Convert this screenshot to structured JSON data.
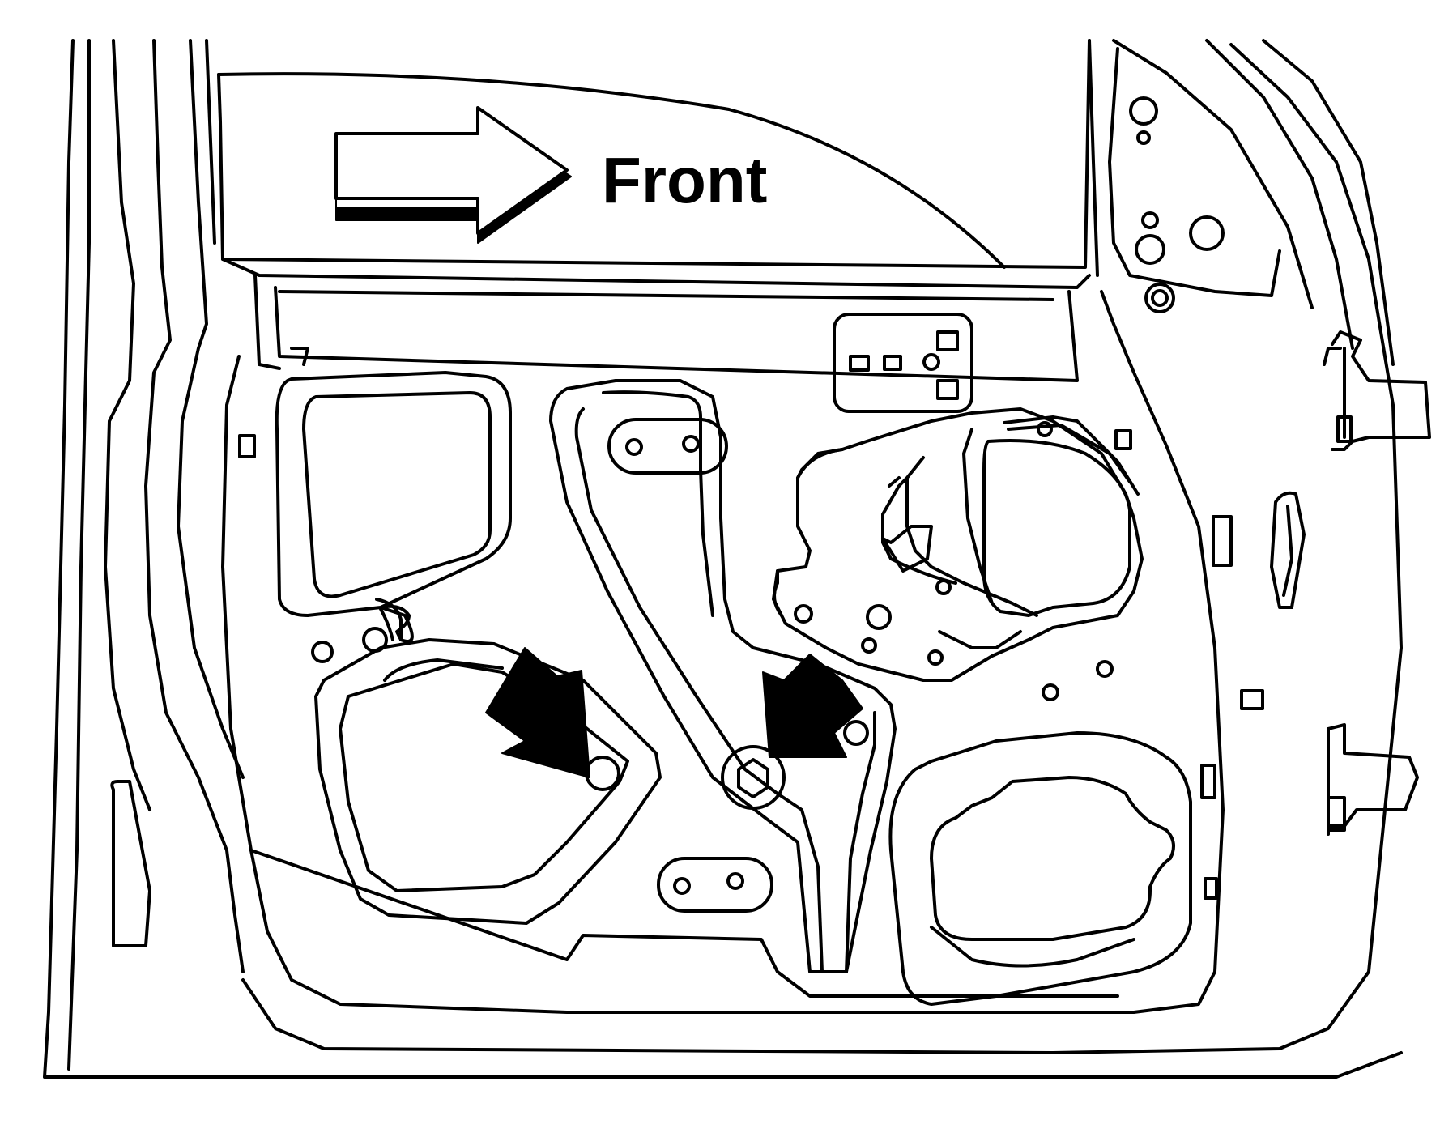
{
  "diagram": {
    "direction_label": "Front",
    "line_color": "#000000",
    "background_color": "#ffffff",
    "callouts": [
      {
        "name": "rear-fastener-callout-arrow",
        "icon": "bold-arrow-down-right"
      },
      {
        "name": "center-fastener-callout-arrow",
        "icon": "bold-arrow-down-left"
      }
    ]
  }
}
